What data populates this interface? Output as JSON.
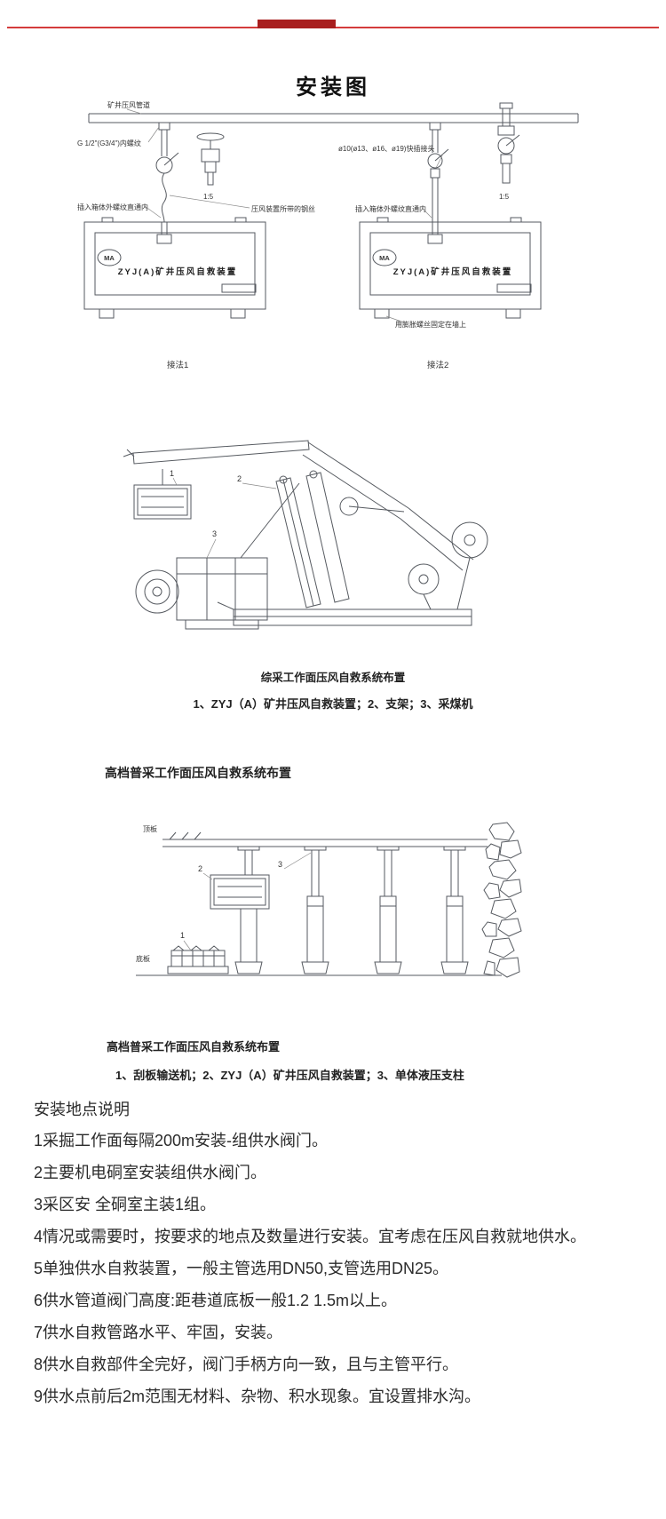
{
  "theme": {
    "divider_line_color": "#d43c3c",
    "divider_block_color": "#a81e1e"
  },
  "header": {
    "title": "安装图"
  },
  "diagram_install": {
    "pipe_label": "矿井压风管道",
    "thread_label": "G 1/2\"(G3/4\")内螺纹",
    "insert_label_left": "插入箱体外螺纹直通内",
    "hose_label": "压风装置所带的钢丝",
    "connector_label": "ø10(ø13、ø16、ø19)快插接头",
    "insert_label_right": "插入箱体外螺纹直通内",
    "scale_left": "1:5",
    "scale_right": "1:5",
    "box_title": "ZYJ(A)矿井压风自救装置",
    "ma_mark": "MA",
    "wall_fix_label": "用膨胀螺丝固定在墙上",
    "method1": "接法1",
    "method2": "接法2"
  },
  "diagram_fully_mech": {
    "num1": "1",
    "num2": "2",
    "num3": "3",
    "caption": "综采工作面压风自救系统布置",
    "legend": "1、ZYJ（A）矿井压风自救装置；2、支架；3、采煤机"
  },
  "section": {
    "heading": "高档普采工作面压风自救系统布置"
  },
  "diagram_props": {
    "roof_label": "顶板",
    "floor_label": "底板",
    "num1": "1",
    "num2": "2",
    "num3": "3",
    "caption": "高档普采工作面压风自救系统布置",
    "legend": "1、刮板输送机；2、ZYJ（A）矿井压风自救装置；3、单体液压支柱"
  },
  "notes": {
    "heading": "安装地点说明",
    "items": [
      "1采掘工作面每隔200m安装-组供水阀门。",
      "2主要机电硐室安装组供水阀门。",
      "3采区安 全硐室主装1组。",
      "4情况或需要时，按要求的地点及数量进行安装。宜考虑在压风自救就地供水。",
      "5单独供水自救装置，一般主管选用DN50,支管选用DN25。",
      "6供水管道阀门高度:距巷道底板一般1.2 1.5m以上。",
      "7供水自救管路水平、牢固，安装。",
      "8供水自救部件全完好，阀门手柄方向一致，且与主管平行。",
      "9供水点前后2m范围无材料、杂物、积水现象。宜设置排水沟。"
    ]
  }
}
